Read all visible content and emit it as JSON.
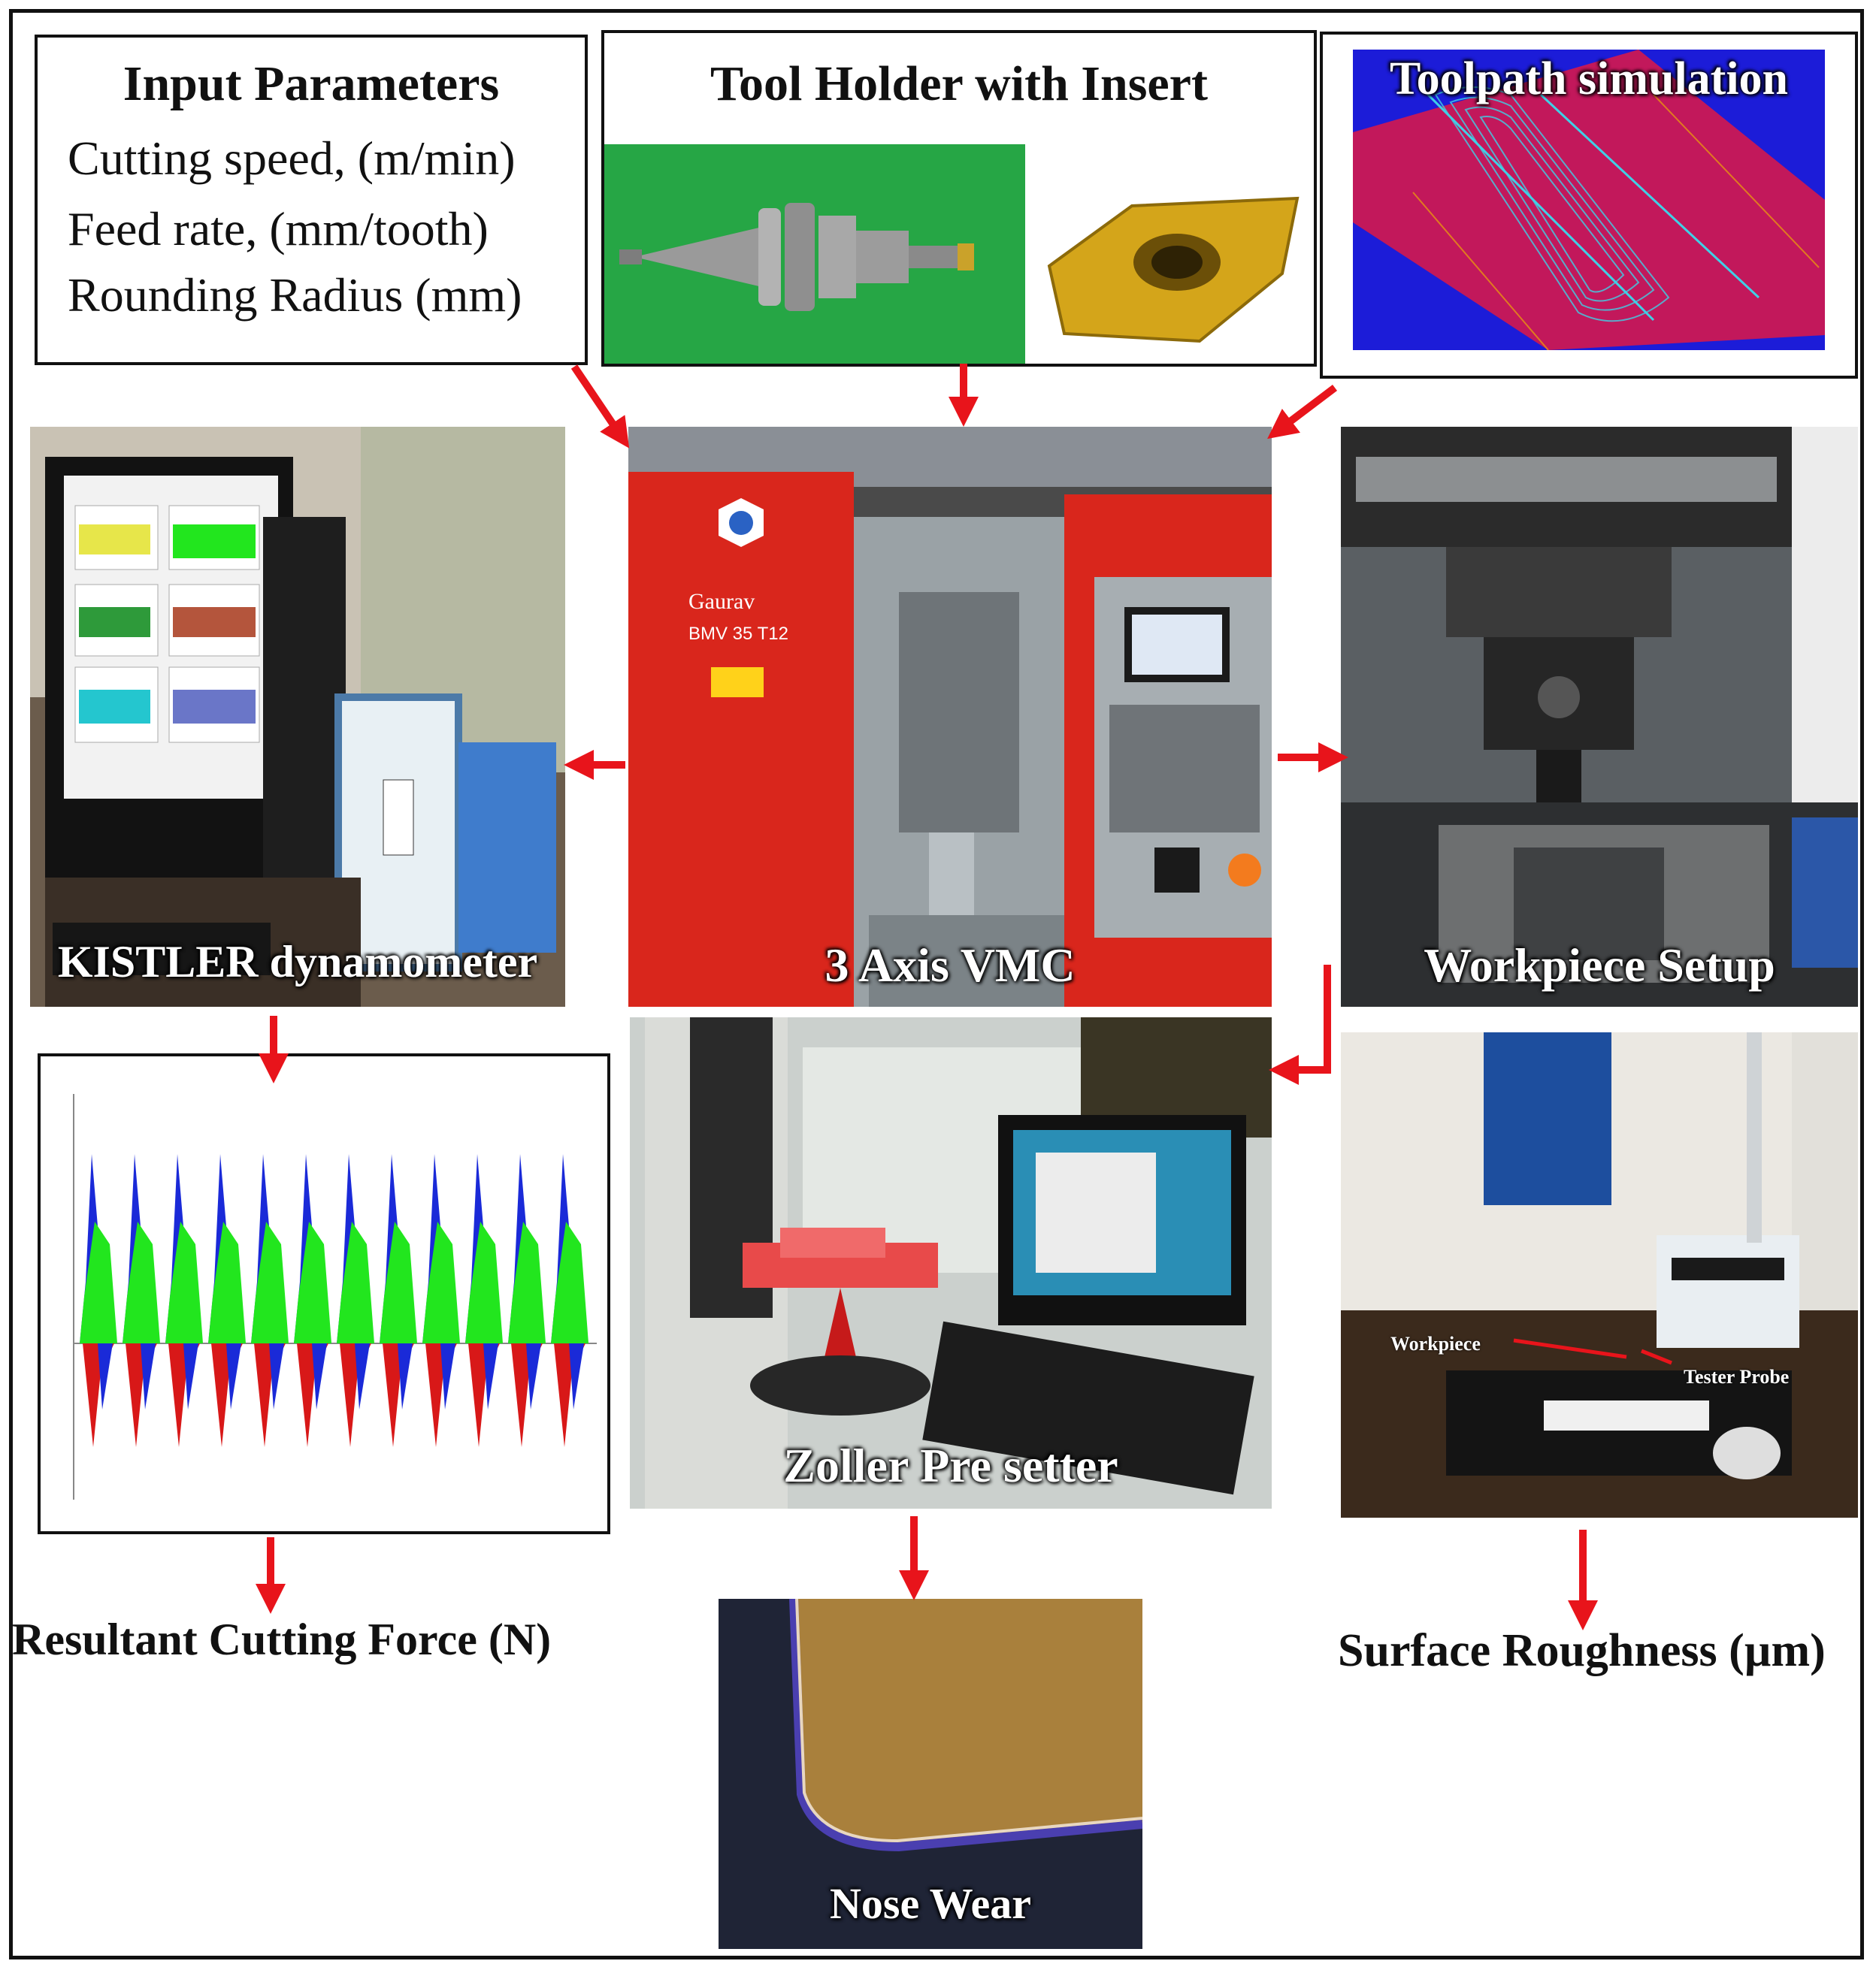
{
  "input_parameters": {
    "title": "Input Parameters",
    "items": [
      "Cutting speed, (m/min)",
      "Feed rate, (mm/tooth)",
      "Rounding Radius (mm)"
    ]
  },
  "tool_holder": {
    "title": "Tool Holder with Insert"
  },
  "toolpath": {
    "title": "Toolpath simulation"
  },
  "vmc": {
    "label": "3 Axis VMC",
    "brand": "Gaurav",
    "model": "BMV 35 T12"
  },
  "kistler": {
    "label": "KISTLER dynamometer"
  },
  "workpiece_setup": {
    "label": "Workpiece Setup"
  },
  "zoller": {
    "label": "Zoller Pre setter"
  },
  "roughness_tester": {
    "workpiece_label": "Workpiece",
    "probe_label": "Tester Probe"
  },
  "outputs": {
    "cutting_force": "Resultant Cutting Force (N)",
    "nose_wear": "Nose Wear",
    "surface_roughness": "Surface Roughness (µm)"
  },
  "colors": {
    "arrow": "#e8141b",
    "machine_red": "#d9261c",
    "force_green": "#22e61e",
    "force_blue": "#1a2ad8",
    "force_red": "#d81818",
    "sim_red": "#c2185b",
    "sim_blue": "#1e1ee0",
    "tool_green": "#1f9a3a",
    "insert_gold": "#d4a51a"
  }
}
